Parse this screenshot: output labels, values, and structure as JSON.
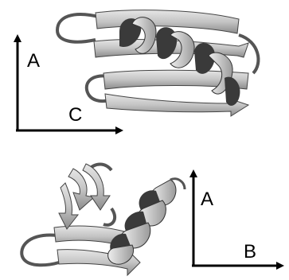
{
  "top_panel": {
    "axes": {
      "vertical_label": "A",
      "horizontal_label": "C"
    }
  },
  "bottom_panel": {
    "axes": {
      "vertical_label": "A",
      "horizontal_label": "B"
    }
  },
  "colors": {
    "sheet_fill": "#c9c9c9",
    "sheet_edge": "#4a4a4a",
    "helix_front": "#bdbdbd",
    "helix_back": "#3a3a3a",
    "axis": "#000000"
  }
}
